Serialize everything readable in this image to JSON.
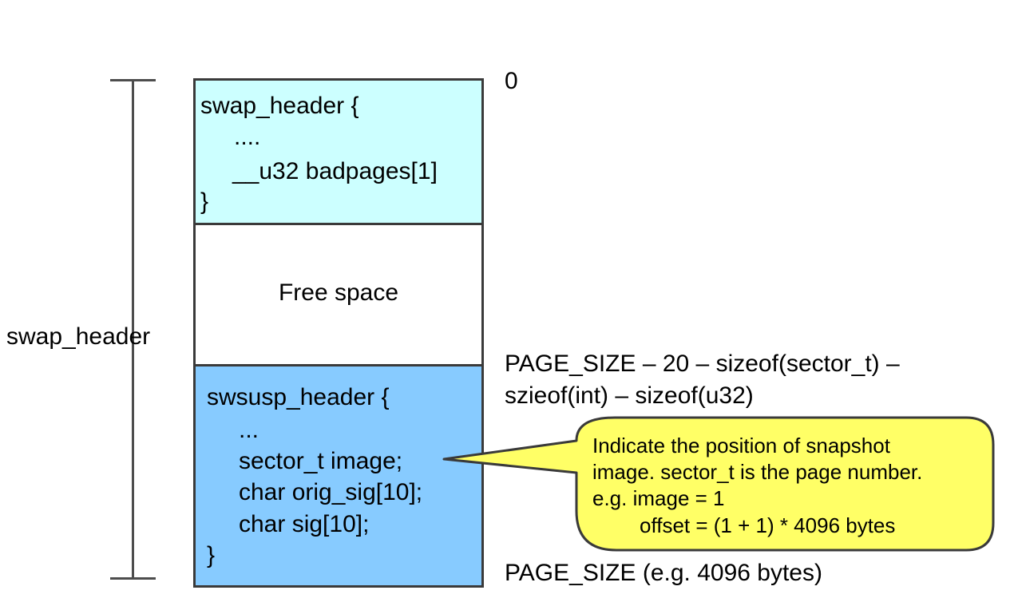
{
  "side_label": "swap_header",
  "offsets": {
    "start": "0",
    "swsusp_line1": "PAGE_SIZE – 20 – sizeof(sector_t) –",
    "swsusp_line2": "szieof(int) – sizeof(u32)",
    "end": "PAGE_SIZE (e.g. 4096 bytes)"
  },
  "blocks": {
    "swap_header": {
      "lines": [
        "swap_header {",
        "....",
        "__u32 badpages[1]",
        "}"
      ],
      "color": "#ccffff"
    },
    "free_space": {
      "label": "Free space",
      "color": "#ffffff"
    },
    "swsusp_header": {
      "lines": [
        "swsusp_header {",
        "...",
        "sector_t image;",
        "char orig_sig[10];",
        "char sig[10];",
        "}"
      ],
      "color": "#87cbff"
    }
  },
  "callout": {
    "lines": [
      "Indicate the position of snapshot",
      "image. sector_t is the page number.",
      "e.g. image = 1",
      "offset = (1 + 1) * 4096 bytes"
    ],
    "color": "#ffff66"
  }
}
